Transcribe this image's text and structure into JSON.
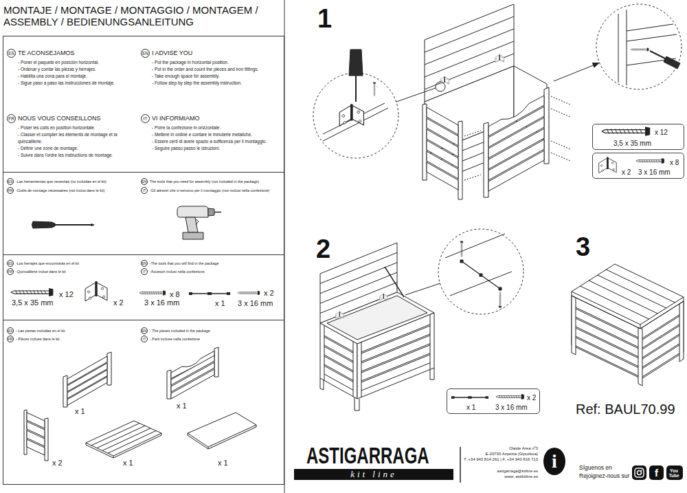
{
  "diagram": {
    "title": "MONTAJE / MONTAGE / MONTAGGIO / MONTAGEM / ASSEMBLY / BEDIENUNGSANLEITUNG",
    "nodes": [
      {
        "text": [
          "ES",
          "TE ACONSEJAMOS",
          "- Poner el paquete en posición horizontal.",
          "- Ordenar y contar las piezas y herrajes.",
          "- Habilita una zona para el montaje.",
          "- Sigue paso a paso las instrucciones de montaje.",
          "EN",
          "I ADVISE YOU",
          "- Put the package in horizontal position.",
          "- Put in the order and count the pieces and iron fittings.",
          "- Take enough space for assembly.",
          "- Follow step by step the assembly instruction.",
          "FR",
          "NOUS VOUS CONSEILLONS",
          "- Poser les colis en position horizontale.",
          "- Classer et compter les éléments de montage et la quincaillerie.",
          "- Définir une zone de montage.",
          "- Suivre dans l'ordre les instructions de montage.",
          "IT",
          "VI INFORMIAMO",
          "- Porre la confezione in orizzontale.",
          "- Mettere in ordine e contare le minuterie metaliche.",
          "- Essere certi di avere spazio a sufficenza per il montaggio.",
          "- Seguire passo passo le istruzioni."
        ]
      },
      {
        "text": [
          "ES",
          "-Las herramientas que necesitas (no incluidas en el kit)",
          "EN",
          "The tools that you need for assembly (not included in the package)",
          "FR",
          "-Outils de montage nécessaires (not inclus dans le kit)",
          "IT",
          "-Gli attrezzi che vi servono per il montaggio (non inclusi nella confezione)"
        ]
      },
      {
        "text": [
          "ES",
          "-Los herrajes que encontrarás en el kit",
          "EN",
          "-The tools that you will find in the package",
          "FR",
          "-Quincaillerie inclue dans le kit",
          "IT",
          "-Accesori inclusi nella confezione.",
          "x 12",
          "3,5 x 35 mm",
          "x 2",
          "x 8",
          "3 x 16 mm",
          "x 1",
          "x 2",
          "3 x 16 mm"
        ]
      },
      {
        "text": [
          "ES",
          "- Las piezas incluidas en el kit",
          "EN",
          "- The pieces included in the package",
          "FR",
          "- Pièces inclues dans le kit",
          "IT",
          "- Parti incluse nella confezione",
          "x 1",
          "x 1",
          "x 2",
          "x 1",
          "x 1"
        ]
      },
      {
        "text": [
          "x 12",
          "3,5 x 35 mm"
        ]
      },
      {
        "text": [
          "x 2",
          "x 8",
          "3 x 16 mm"
        ]
      },
      {
        "text": [
          "x 1",
          "x 2",
          "3 x 16 mm"
        ]
      },
      {
        "text": [
          "i"
        ]
      },
      {
        "text": [
          "f"
        ]
      },
      {
        "text": [
          "You Tube"
        ]
      }
    ],
    "labels": [
      "1",
      "2",
      "3",
      "Ref: BAUL70.99",
      "ASTIGARRAGA",
      "kit line",
      "Olaide Area nº3",
      "E-20730 Azpeitia (Gipuzkoa)",
      "T. +34 943 814 261 | F. +34 943 816 713",
      "astigarraga@kitline.es",
      "www. astikitline.es",
      "Síguenos en",
      "Rejoignez-nous sur"
    ]
  }
}
